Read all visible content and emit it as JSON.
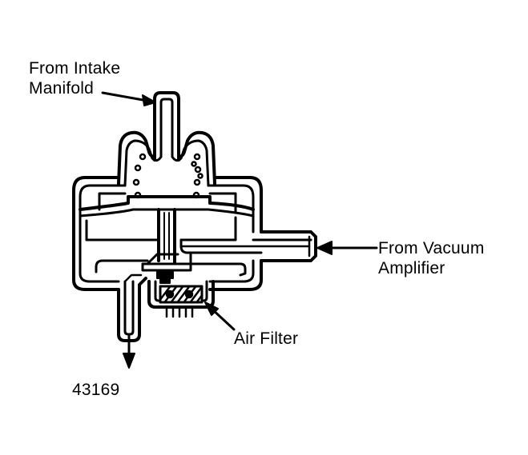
{
  "labels": {
    "intake_line1": "From Intake",
    "intake_line2": "Manifold",
    "vacuum_line1": "From Vacuum",
    "vacuum_line2": "Amplifier",
    "air_filter": "Air Filter",
    "figure_number": "43169"
  },
  "colors": {
    "ink": "#000000",
    "paper": "#ffffff"
  }
}
